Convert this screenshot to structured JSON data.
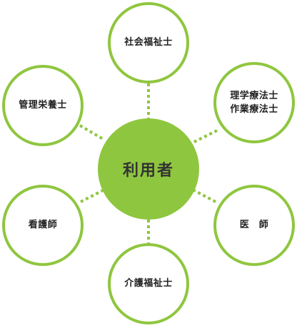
{
  "diagram": {
    "accent_color": "#8fc63f",
    "center": {
      "label": "利用者"
    },
    "nodes": {
      "top": {
        "label": "社会福祉士"
      },
      "upper_left": {
        "label": "管理栄養士"
      },
      "upper_right": {
        "lines": [
          "理学療法士",
          "作業療法士"
        ]
      },
      "lower_left": {
        "label": "看護師"
      },
      "lower_right": {
        "label": "医　師"
      },
      "bottom": {
        "label": "介護福祉士"
      }
    }
  }
}
